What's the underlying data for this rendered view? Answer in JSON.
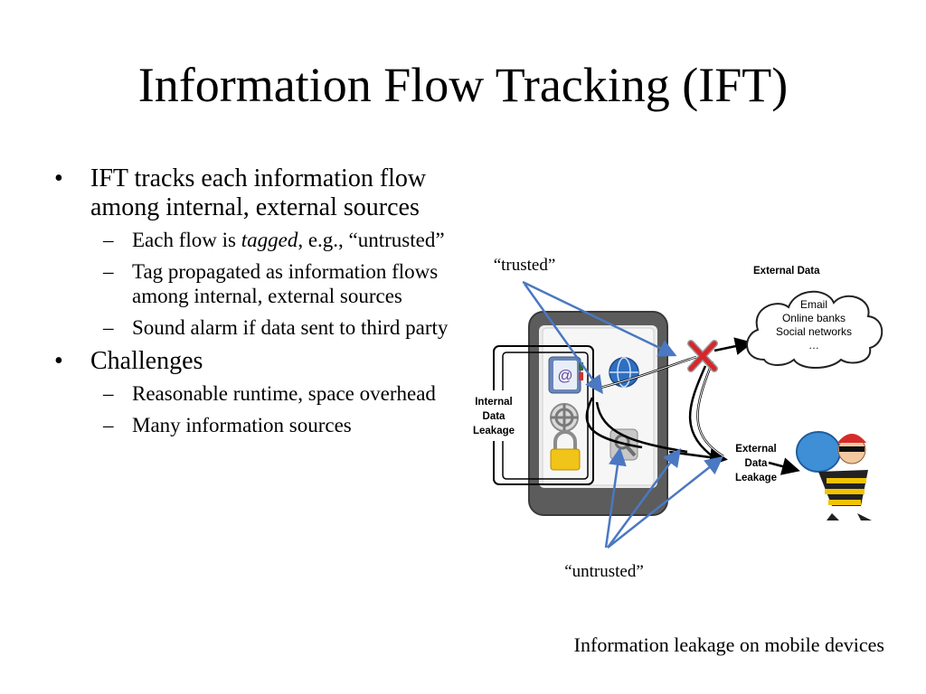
{
  "title": "Information Flow Tracking (IFT)",
  "bullets": [
    {
      "text": "IFT tracks each information flow among internal, external sources",
      "sub": [
        {
          "pre": "Each flow is ",
          "em": "tagged",
          "post": ", e.g., “untrusted”"
        },
        {
          "pre": "Tag propagated as information flows among internal, external sources",
          "em": "",
          "post": ""
        },
        {
          "pre": "Sound alarm if data sent to third party",
          "em": "",
          "post": ""
        }
      ]
    },
    {
      "text": "Challenges",
      "sub": [
        {
          "pre": "Reasonable runtime, space overhead",
          "em": "",
          "post": ""
        },
        {
          "pre": "Many information sources",
          "em": "",
          "post": ""
        }
      ]
    }
  ],
  "bullet_mark": "•",
  "dash_mark": "–",
  "diagram": {
    "trusted_label": "“trusted”",
    "untrusted_label": "“untrusted”",
    "external_data_title": "External Data",
    "cloud_lines": [
      "Email",
      "Online banks",
      "Social networks",
      "…"
    ],
    "internal_leak_lines": [
      "Internal",
      "Data",
      "Leakage"
    ],
    "external_leak_lines": [
      "External",
      "Data",
      "Leakage"
    ],
    "colors": {
      "arrow_blue": "#4a78c2",
      "cross_red": "#d6262b",
      "phone_gray": "#5c5c5c"
    }
  },
  "caption": "Information leakage on mobile devices"
}
